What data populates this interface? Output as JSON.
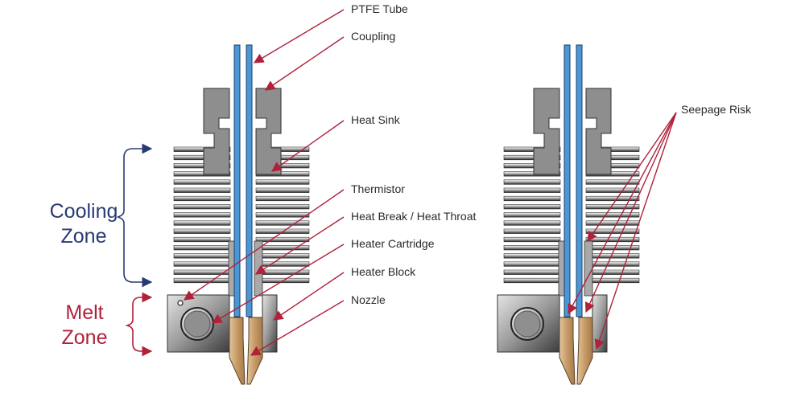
{
  "labels": {
    "ptfe_tube": "PTFE Tube",
    "coupling": "Coupling",
    "heat_sink": "Heat Sink",
    "thermistor": "Thermistor",
    "heat_break": "Heat Break / Heat Throat",
    "heater_cartridge": "Heater Cartridge",
    "heater_block": "Heater Block",
    "nozzle": "Nozzle",
    "seepage_risk": "Seepage Risk"
  },
  "zones": {
    "cooling_line1": "Cooling",
    "cooling_line2": "Zone",
    "melt_line1": "Melt",
    "melt_line2": "Zone"
  },
  "colors": {
    "arrow_red": "#b0213a",
    "cooling_blue": "#283a73",
    "melt_red": "#b0213a",
    "ptfe_blue": "#4a97d6",
    "brass": "#c9a073",
    "metal_gray": "#8a8a8a"
  }
}
